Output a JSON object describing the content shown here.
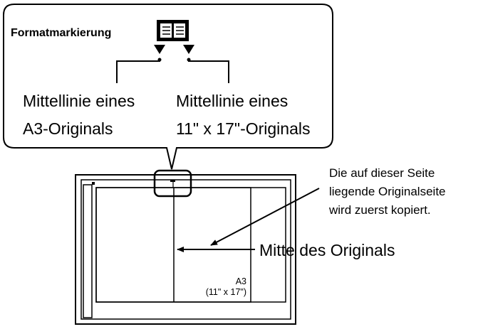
{
  "callout": {
    "title": "Formatmarkierung",
    "book_icon": "open-book-icon",
    "left_label_line1": "Mittellinie eines",
    "left_label_line2": "A3-Originals",
    "right_label_line1": "Mittellinie eines",
    "right_label_line2": "11\" x 17\"-Originals"
  },
  "annotations": {
    "scan_side_line1": "Die auf dieser Seite",
    "scan_side_line2": "liegende  Originalseite",
    "scan_side_line3": "wird zuerst kopiert.",
    "center_label": "Mitte des Originals"
  },
  "glass": {
    "size_label_line1": "A3",
    "size_label_line2": "(11\" x 17\")"
  }
}
